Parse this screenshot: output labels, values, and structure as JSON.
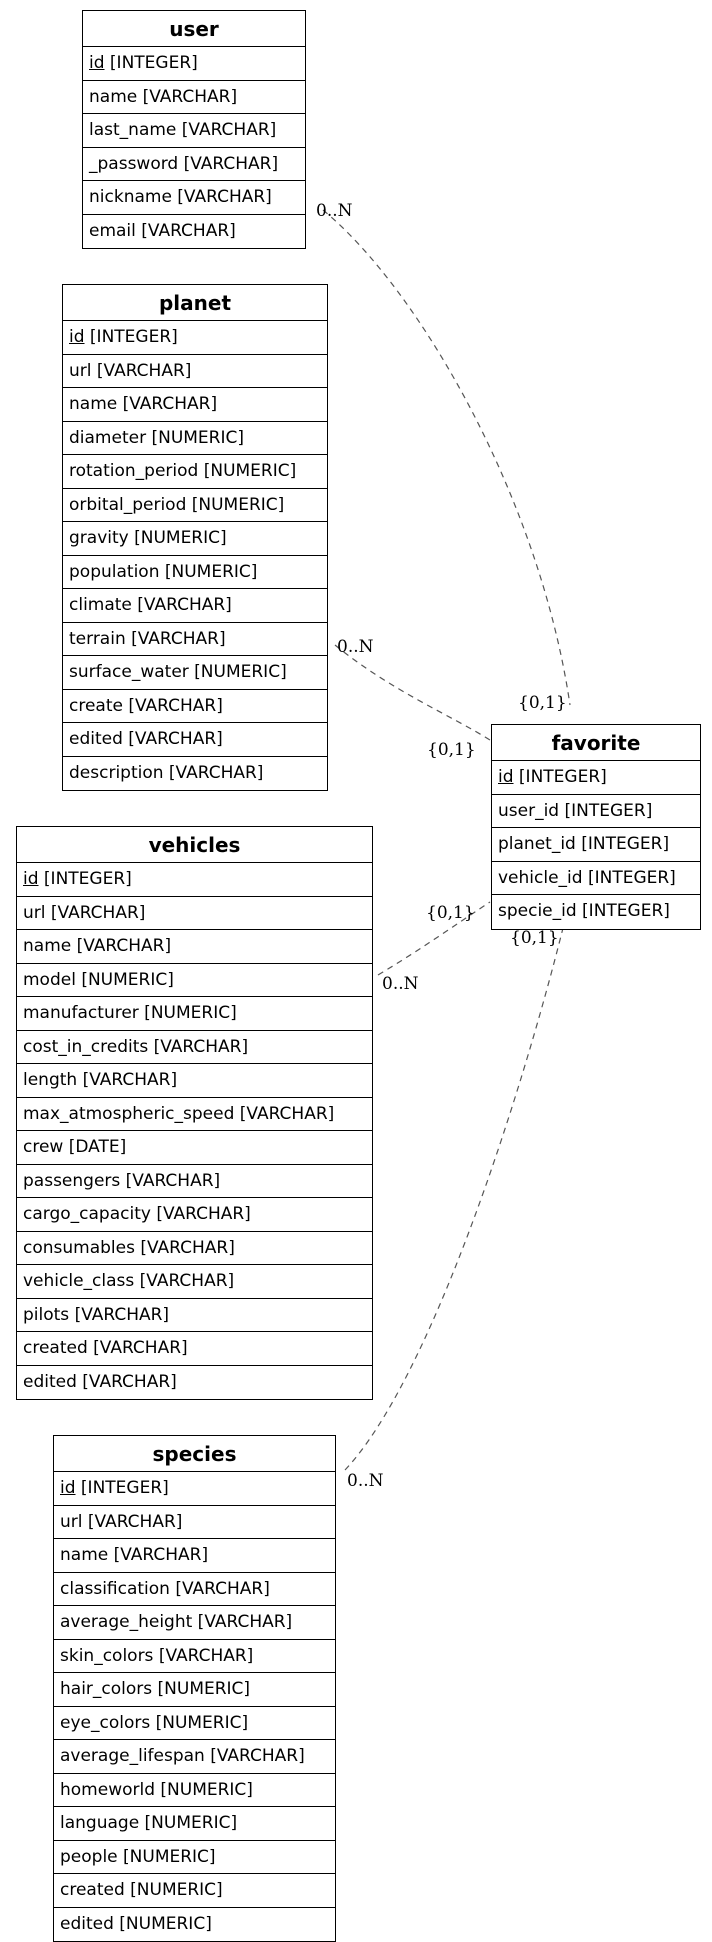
{
  "entities": {
    "user": {
      "title": "user",
      "fields": [
        {
          "pk": "id",
          "rest": " [INTEGER]"
        },
        {
          "pk": "",
          "rest": "name [VARCHAR]"
        },
        {
          "pk": "",
          "rest": "last_name [VARCHAR]"
        },
        {
          "pk": "",
          "rest": "_password [VARCHAR]"
        },
        {
          "pk": "",
          "rest": "nickname [VARCHAR]"
        },
        {
          "pk": "",
          "rest": "email [VARCHAR]"
        }
      ]
    },
    "planet": {
      "title": "planet",
      "fields": [
        {
          "pk": "id",
          "rest": " [INTEGER]"
        },
        {
          "pk": "",
          "rest": "url [VARCHAR]"
        },
        {
          "pk": "",
          "rest": "name [VARCHAR]"
        },
        {
          "pk": "",
          "rest": "diameter [NUMERIC]"
        },
        {
          "pk": "",
          "rest": "rotation_period [NUMERIC]"
        },
        {
          "pk": "",
          "rest": "orbital_period [NUMERIC]"
        },
        {
          "pk": "",
          "rest": "gravity [NUMERIC]"
        },
        {
          "pk": "",
          "rest": "population [NUMERIC]"
        },
        {
          "pk": "",
          "rest": "climate [VARCHAR]"
        },
        {
          "pk": "",
          "rest": "terrain [VARCHAR]"
        },
        {
          "pk": "",
          "rest": "surface_water [NUMERIC]"
        },
        {
          "pk": "",
          "rest": "create [VARCHAR]"
        },
        {
          "pk": "",
          "rest": "edited [VARCHAR]"
        },
        {
          "pk": "",
          "rest": "description [VARCHAR]"
        }
      ]
    },
    "vehicles": {
      "title": "vehicles",
      "fields": [
        {
          "pk": "id",
          "rest": " [INTEGER]"
        },
        {
          "pk": "",
          "rest": "url [VARCHAR]"
        },
        {
          "pk": "",
          "rest": "name [VARCHAR]"
        },
        {
          "pk": "",
          "rest": "model [NUMERIC]"
        },
        {
          "pk": "",
          "rest": "manufacturer [NUMERIC]"
        },
        {
          "pk": "",
          "rest": "cost_in_credits [VARCHAR]"
        },
        {
          "pk": "",
          "rest": "length [VARCHAR]"
        },
        {
          "pk": "",
          "rest": "max_atmospheric_speed [VARCHAR]"
        },
        {
          "pk": "",
          "rest": "crew [DATE]"
        },
        {
          "pk": "",
          "rest": "passengers [VARCHAR]"
        },
        {
          "pk": "",
          "rest": "cargo_capacity [VARCHAR]"
        },
        {
          "pk": "",
          "rest": "consumables [VARCHAR]"
        },
        {
          "pk": "",
          "rest": "vehicle_class [VARCHAR]"
        },
        {
          "pk": "",
          "rest": "pilots [VARCHAR]"
        },
        {
          "pk": "",
          "rest": "created [VARCHAR]"
        },
        {
          "pk": "",
          "rest": "edited [VARCHAR]"
        }
      ]
    },
    "species": {
      "title": "species",
      "fields": [
        {
          "pk": "id",
          "rest": " [INTEGER]"
        },
        {
          "pk": "",
          "rest": "url [VARCHAR]"
        },
        {
          "pk": "",
          "rest": "name [VARCHAR]"
        },
        {
          "pk": "",
          "rest": "classification [VARCHAR]"
        },
        {
          "pk": "",
          "rest": "average_height [VARCHAR]"
        },
        {
          "pk": "",
          "rest": "skin_colors [VARCHAR]"
        },
        {
          "pk": "",
          "rest": "hair_colors [NUMERIC]"
        },
        {
          "pk": "",
          "rest": "eye_colors [NUMERIC]"
        },
        {
          "pk": "",
          "rest": "average_lifespan [VARCHAR]"
        },
        {
          "pk": "",
          "rest": "homeworld [NUMERIC]"
        },
        {
          "pk": "",
          "rest": "language [NUMERIC]"
        },
        {
          "pk": "",
          "rest": "people [NUMERIC]"
        },
        {
          "pk": "",
          "rest": "created [NUMERIC]"
        },
        {
          "pk": "",
          "rest": "edited [NUMERIC]"
        }
      ]
    },
    "favorite": {
      "title": "favorite",
      "fields": [
        {
          "pk": "id",
          "rest": " [INTEGER]"
        },
        {
          "pk": "",
          "rest": "user_id [INTEGER]"
        },
        {
          "pk": "",
          "rest": "planet_id [INTEGER]"
        },
        {
          "pk": "",
          "rest": "vehicle_id [INTEGER]"
        },
        {
          "pk": "",
          "rest": "specie_id [INTEGER]"
        }
      ]
    }
  },
  "relationships": [
    {
      "from": "user",
      "to": "favorite",
      "from_card": "0..N",
      "to_card": "{0,1}"
    },
    {
      "from": "planet",
      "to": "favorite",
      "from_card": "0..N",
      "to_card": "{0,1}"
    },
    {
      "from": "vehicles",
      "to": "favorite",
      "from_card": "0..N",
      "to_card": "{0,1}"
    },
    {
      "from": "species",
      "to": "favorite",
      "from_card": "0..N",
      "to_card": "{0,1}"
    }
  ],
  "colors": {
    "line": "#555555",
    "border": "#000000",
    "background": "#ffffff"
  }
}
